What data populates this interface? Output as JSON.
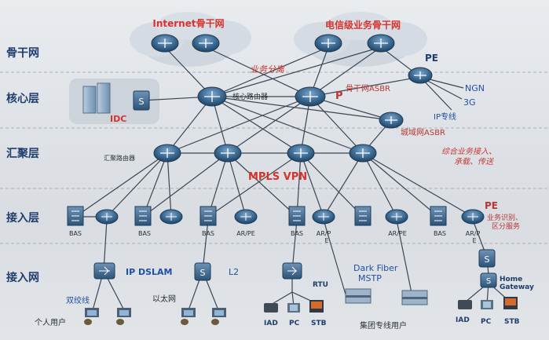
{
  "layers": [
    "骨干网",
    "核心层",
    "汇聚层",
    "接入层",
    "接入网"
  ],
  "clouds": {
    "internet": "Internet骨干网",
    "telecom": "电信级业务骨干网"
  },
  "labels": {
    "service_separation": "业务分离",
    "core_router": "核心路由器",
    "p": "P",
    "backbone_asbr": "骨干网ASBR",
    "pe_top": "PE",
    "ngn": "NGN",
    "three_g": "3G",
    "ip_line": "IP专线",
    "metro_asbr": "城域网ASBR",
    "idc": "IDC",
    "agg_router": "汇聚路由器",
    "mpls_vpn": "MPLS VPN",
    "integrated_access": "综合业务接入、\n承载、传送",
    "pe_access": "PE",
    "service_id": "业务识别、\n区分服务",
    "ip_dslam": "IP DSLAM",
    "l2": "L2",
    "rtu": "RTU",
    "dark_fiber": "Dark Fiber",
    "mstp": "MSTP",
    "home_gateway": "Home\nGateway",
    "twisted_pair": "双绞线",
    "ethernet": "以太网",
    "personal_users": "个人用户",
    "group_users": "集团专线用户",
    "iad1": "IAD",
    "pc1": "PC",
    "stb1": "STB",
    "iad2": "IAD",
    "pc2": "PC",
    "stb2": "STB"
  },
  "access_nodes": [
    "BAS",
    "BAS",
    "BAS",
    "AR/PE",
    "BAS",
    "AR/P\nE",
    "AR/PE",
    "BAS",
    "AR/P\nE"
  ]
}
